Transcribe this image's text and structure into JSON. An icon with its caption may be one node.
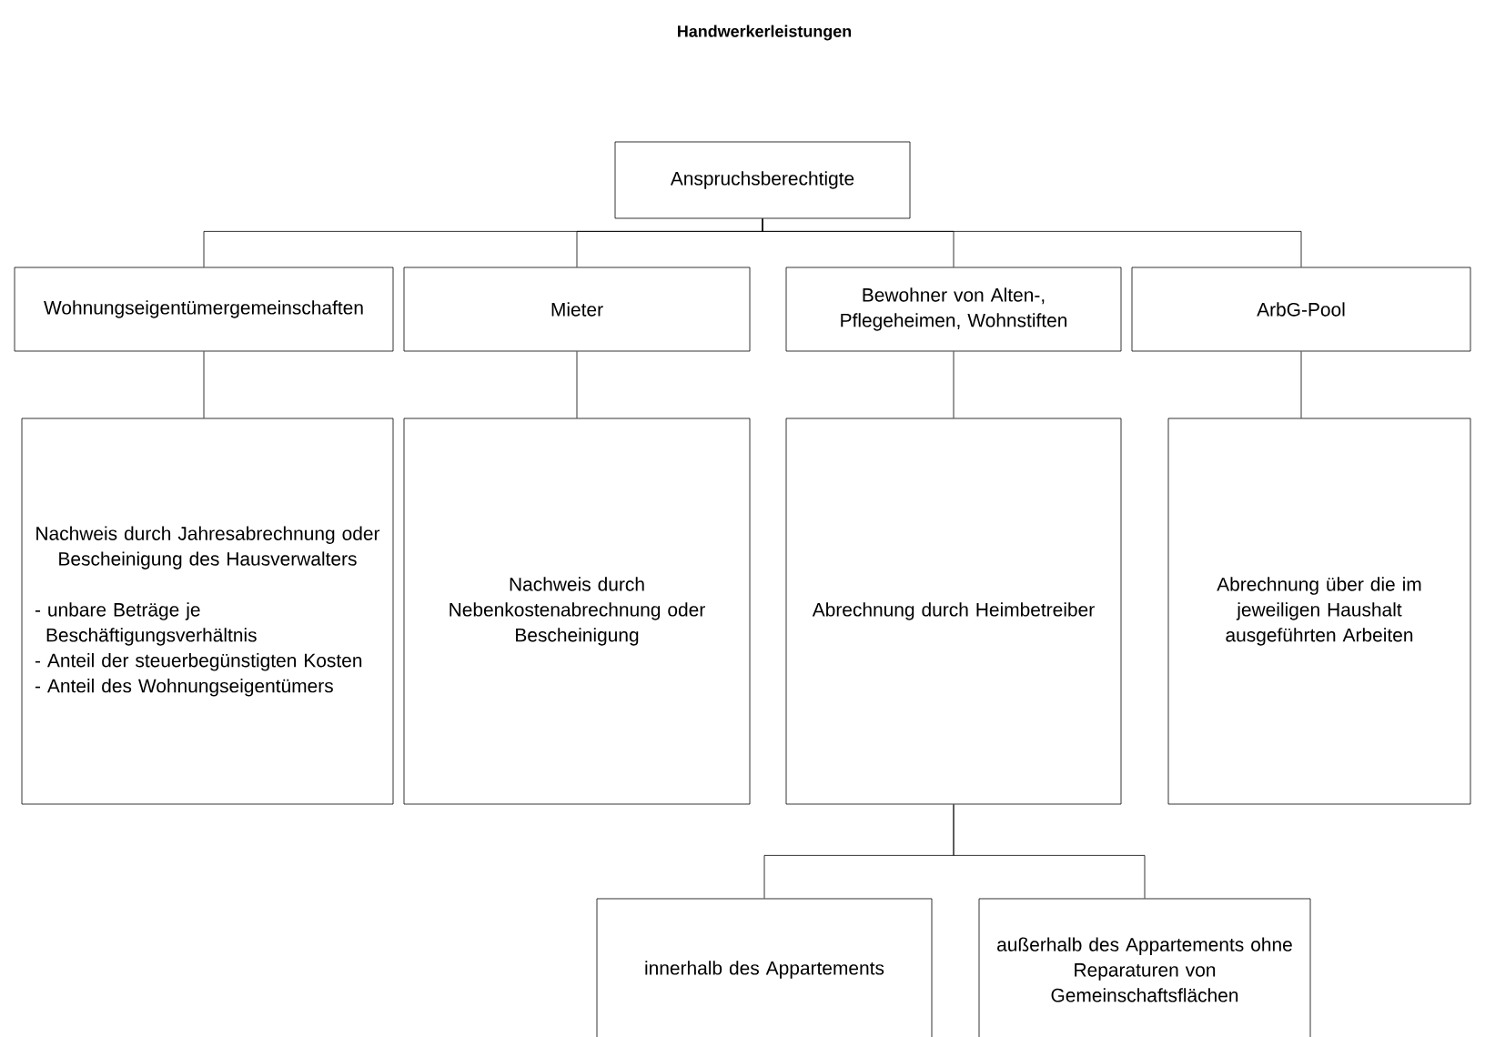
{
  "diagram": {
    "title": "Handwerkerleistungen",
    "nodes": [
      {
        "text": [
          "Anspruchsberechtigte"
        ]
      },
      {
        "text": [
          "Wohnungseigentümergemeinschaften"
        ]
      },
      {
        "text": [
          "Mieter"
        ]
      },
      {
        "text": [
          "Bewohner von Alten-, Pflegeheimen, Wohnstiften"
        ]
      },
      {
        "text": [
          "ArbG-Pool"
        ]
      },
      {
        "text": [
          "Nachweis durch Jahresabrechnung oder Bescheinigung des Hausverwalters",
          "- unbare Beträge je Beschäftigungsverhältnis",
          "- Anteil der steuerbegünstigten Kosten",
          "- Anteil des Wohnungseigentümers"
        ]
      },
      {
        "text": [
          "Nachweis durch Nebenkostenabrechnung oder Bescheinigung"
        ]
      },
      {
        "text": [
          "Abrechnung durch Heimbetreiber"
        ]
      },
      {
        "text": [
          "Abrechnung über die im jeweiligen Haushalt ausgeführten Arbeiten"
        ]
      },
      {
        "text": [
          "innerhalb des Appartements"
        ]
      },
      {
        "text": [
          "außerhalb des Appartements ohne Reparaturen von Gemeinschaftsflächen"
        ]
      }
    ],
    "edges": [
      {
        "from": 0,
        "to": 1,
        "arrow": "none"
      },
      {
        "from": 0,
        "to": 2,
        "arrow": "none"
      },
      {
        "from": 0,
        "to": 3,
        "arrow": "none"
      },
      {
        "from": 0,
        "to": 4,
        "arrow": "none"
      },
      {
        "from": 1,
        "to": 5,
        "arrow": "none"
      },
      {
        "from": 2,
        "to": 6,
        "arrow": "none"
      },
      {
        "from": 3,
        "to": 7,
        "arrow": "none"
      },
      {
        "from": 4,
        "to": 8,
        "arrow": "none"
      },
      {
        "from": 7,
        "to": 9,
        "arrow": "none"
      },
      {
        "from": 7,
        "to": 10,
        "arrow": "none"
      }
    ]
  }
}
